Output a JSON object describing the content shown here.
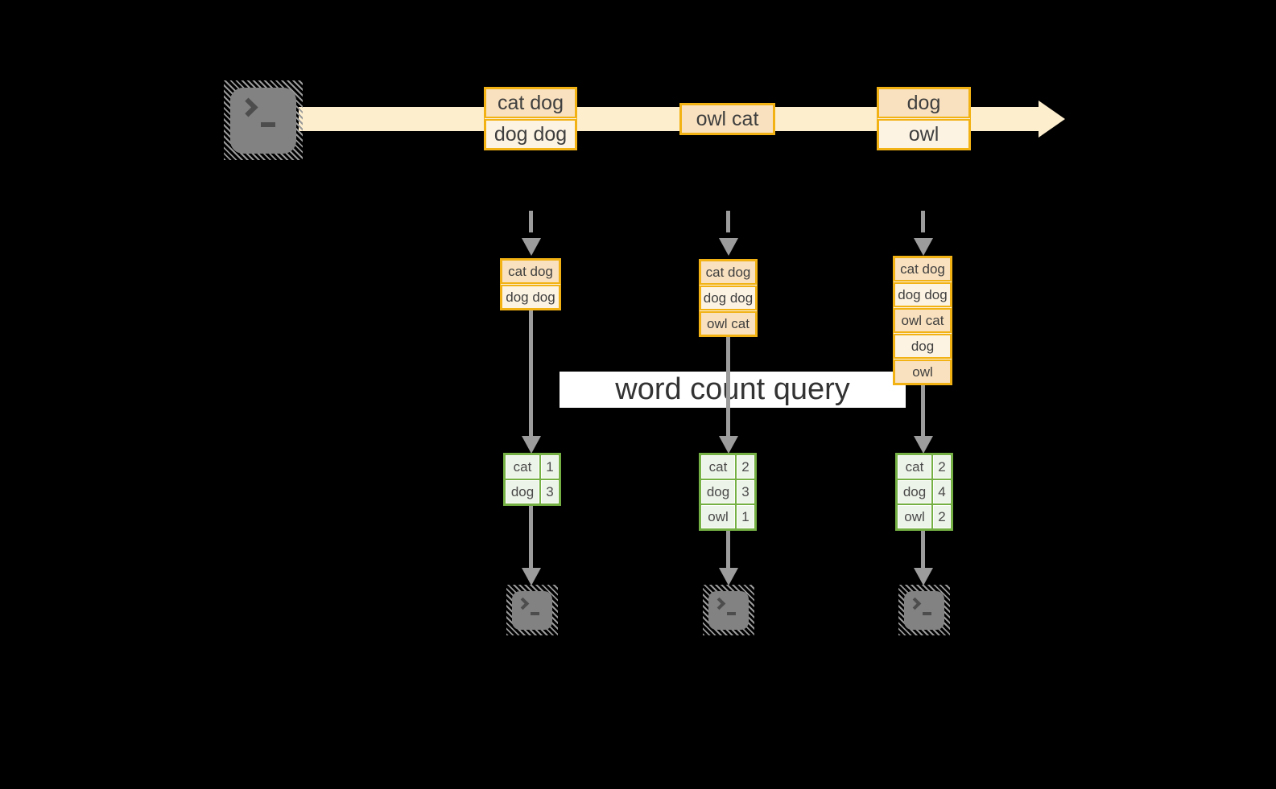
{
  "colors": {
    "background": "#000000",
    "stream_band": "#fdeecd",
    "gold_border": "#f2b213",
    "peach_fill": "#f9e1bf",
    "cream_fill": "#fdf3e2",
    "green_border": "#74b043",
    "green_fill": "#ecf3e8",
    "arrow_gray": "#9c9c9c",
    "terminal_gray": "#828282",
    "text_dark": "#3f3f3f"
  },
  "icons": {
    "source": "terminal-prompt-icon",
    "sinks": [
      "terminal-prompt-icon",
      "terminal-prompt-icon",
      "terminal-prompt-icon"
    ]
  },
  "query_label": "word count query",
  "stream_events": [
    {
      "lines": [
        "cat dog",
        "dog dog"
      ]
    },
    {
      "lines": [
        "owl cat"
      ]
    },
    {
      "lines": [
        "dog",
        "owl"
      ]
    }
  ],
  "windows": [
    {
      "items": [
        "cat dog",
        "dog dog"
      ]
    },
    {
      "items": [
        "cat dog",
        "dog dog",
        "owl cat"
      ]
    },
    {
      "items": [
        "cat dog",
        "dog dog",
        "owl cat",
        "dog",
        "owl"
      ]
    }
  ],
  "count_tables": [
    {
      "rows": [
        {
          "word": "cat",
          "count": "1"
        },
        {
          "word": "dog",
          "count": "3"
        }
      ]
    },
    {
      "rows": [
        {
          "word": "cat",
          "count": "2"
        },
        {
          "word": "dog",
          "count": "3"
        },
        {
          "word": "owl",
          "count": "1"
        }
      ]
    },
    {
      "rows": [
        {
          "word": "cat",
          "count": "2"
        },
        {
          "word": "dog",
          "count": "4"
        },
        {
          "word": "owl",
          "count": "2"
        }
      ]
    }
  ]
}
